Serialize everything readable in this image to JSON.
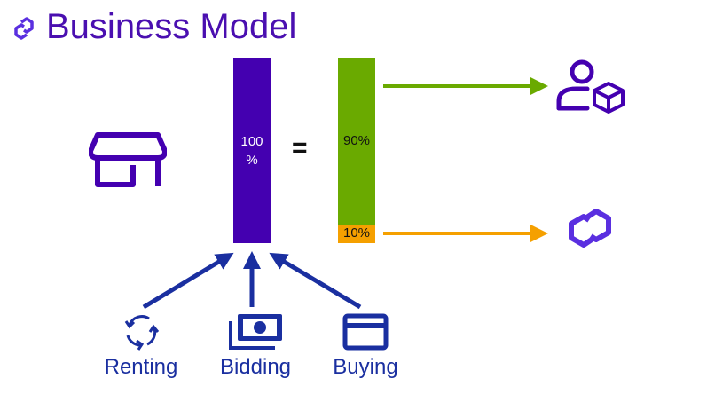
{
  "title": "Business Model",
  "total_bar": {
    "line1": "100",
    "line2": "%"
  },
  "equals": "=",
  "split": {
    "large": "90%",
    "small": "10%",
    "large_share": 0.9,
    "small_share": 0.1
  },
  "sources": [
    {
      "label": "Renting",
      "icon": "cycle-arrows-icon"
    },
    {
      "label": "Bidding",
      "icon": "cash-icon"
    },
    {
      "label": "Buying",
      "icon": "credit-card-icon"
    }
  ],
  "icons": {
    "brand": "chain-link-logo-icon",
    "store": "storefront-icon",
    "seller": "user-with-box-icon",
    "platform": "chain-link-logo-icon"
  },
  "colors": {
    "purple": "#4400b0",
    "green": "#6aaa00",
    "orange": "#f5a000",
    "blue": "#1a2fa0"
  }
}
